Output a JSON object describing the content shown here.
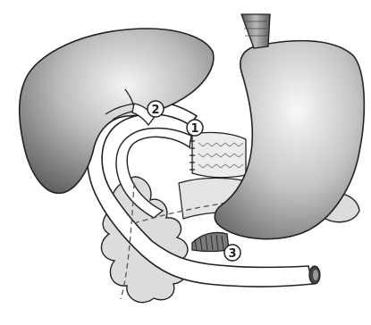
{
  "colors": {
    "organ_dark": "#6f6f6f",
    "organ_light": "#e6e6e6",
    "bowel_fill": "#dcdcdc",
    "pancreas_fill": "#e8e8e8",
    "intestine_fill": "#ffffff",
    "outline": "#222222",
    "dashed_duct": "#555555",
    "esophagus": "#777777"
  },
  "icons": {
    "liver": "liver-shape",
    "stomach": "stomach-shape",
    "pancreas": "pancreas-shape",
    "jejunum": "intestine-loop-shape",
    "colon": "colon-shape"
  },
  "markers": [
    {
      "label": "1"
    },
    {
      "label": "2"
    },
    {
      "label": "3"
    }
  ]
}
